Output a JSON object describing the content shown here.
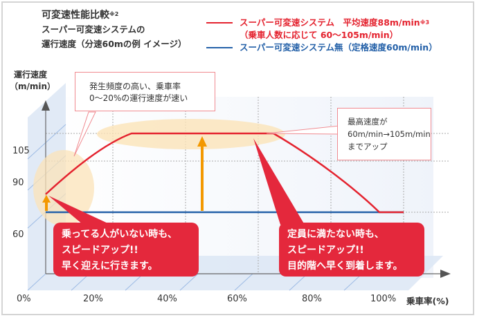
{
  "title": {
    "line1": "可変速性能比較",
    "line1_note": "※2",
    "line2": "スーパー可変速システムの",
    "line3": "運行速度（分速60mの例 イメージ）"
  },
  "legend": {
    "red_line1": "スーパー可変速システム　平均速度88m/min",
    "red_note": "※3",
    "red_line2": "（乗車人数に応じて 60〜105m/min）",
    "blue_line": "スーパー可変速システム無（定格速度60m/min）"
  },
  "axes": {
    "ylabel_line1": "運行速度",
    "ylabel_line2": "（m/min）",
    "yticks": [
      "105",
      "90",
      "60"
    ],
    "xticks": [
      "0%",
      "20%",
      "40%",
      "60%",
      "80%",
      "100%"
    ],
    "xlabel": "乗車率(%)"
  },
  "callouts": {
    "top_left_line1": "発生頻度の高い、乗車率",
    "top_left_line2": "0〜20%の運行速度が速い",
    "top_right_line1": "最高速度が",
    "top_right_line2": "60m/min→105m/min",
    "top_right_line3": "までアップ",
    "bottom_left_line1": "乗ってる人がいない時も、",
    "bottom_left_line2": "スピードアップ!!",
    "bottom_left_line3": "早く迎えに行きます。",
    "bottom_right_line1": "定員に満たない時も、",
    "bottom_right_line2": "スピードアップ!!",
    "bottom_right_line3": "目的階へ早く到着します。"
  },
  "colors": {
    "red": "#e4232f",
    "blue": "#2360a8",
    "orange": "#f39800",
    "highlight": "#fbe3b8",
    "callout_red": "#e4283c"
  },
  "chart_data": {
    "type": "line",
    "title": "可変速性能比較 スーパー可変速システムの運行速度（分速60mの例 イメージ）",
    "xlabel": "乗車率(%)",
    "ylabel": "運行速度 (m/min)",
    "x_ticks": [
      "0%",
      "20%",
      "40%",
      "60%",
      "80%",
      "100%"
    ],
    "y_ticks": [
      60,
      90,
      105
    ],
    "xlim": [
      0,
      100
    ],
    "grid": true,
    "legend_position": "top-right",
    "series": [
      {
        "name": "スーパー可変速システム 平均速度88m/min（乗車人数に応じて 60〜105m/min）",
        "color": "#e4232f",
        "x": [
          0,
          5,
          10,
          15,
          20,
          25,
          30,
          40,
          50,
          60,
          70,
          75,
          80,
          85,
          90,
          95,
          100
        ],
        "y": [
          72,
          79,
          85,
          90,
          94,
          98,
          101,
          105,
          105,
          105,
          105,
          105,
          101,
          95,
          86,
          76,
          60
        ]
      },
      {
        "name": "スーパー可変速システム無（定格速度60m/min）",
        "color": "#2360a8",
        "x": [
          0,
          20,
          40,
          60,
          80,
          100
        ],
        "y": [
          60,
          60,
          60,
          60,
          60,
          60
        ]
      }
    ],
    "annotations": [
      "発生頻度の高い、乗車率0〜20%の運行速度が速い",
      "最高速度が60m/min→105m/minまでアップ",
      "乗ってる人がいない時も、スピードアップ!! 早く迎えに行きます。",
      "定員に満たない時も、スピードアップ!! 目的階へ早く到着します。"
    ]
  }
}
